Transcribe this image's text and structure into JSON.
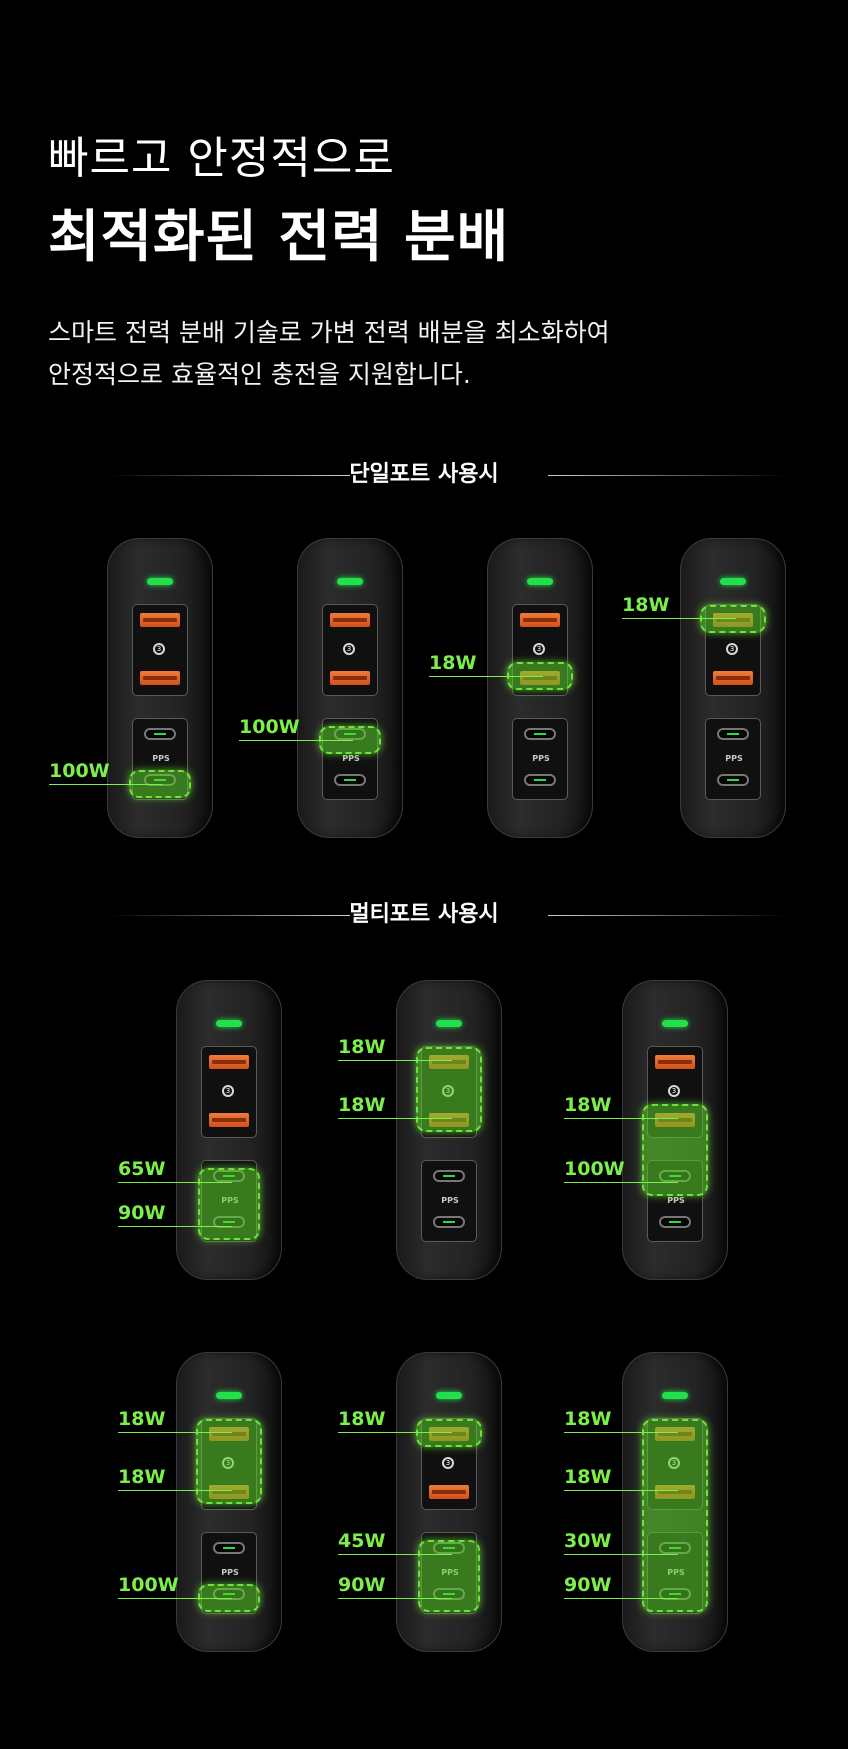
{
  "heading": {
    "line1": "빠르고 안정적으로",
    "line2": "최적화된 전력 분배"
  },
  "description": {
    "line1": "스마트 전력 분배 기술로 가변 전력 배분을 최소화하여",
    "line2": "안정적으로 효율적인 충전을 지원합니다."
  },
  "sections": {
    "single": {
      "label": "단일포트 사용시"
    },
    "multi": {
      "label": "멀티포트 사용시"
    }
  },
  "port_icons": {
    "qc_mark": "3",
    "pps_text": "PPS"
  },
  "colors": {
    "accent": "#7cf04a",
    "led": "#22e04a",
    "usb_a": "#f07b3c",
    "background": "#000000"
  },
  "single_port": [
    {
      "ports": [
        "C2"
      ],
      "labels": [
        "100W"
      ]
    },
    {
      "ports": [
        "C1"
      ],
      "labels": [
        "100W"
      ]
    },
    {
      "ports": [
        "A2"
      ],
      "labels": [
        "18W"
      ]
    },
    {
      "ports": [
        "A1"
      ],
      "labels": [
        "18W"
      ]
    }
  ],
  "multi_port": [
    {
      "ports": [
        "C1",
        "C2"
      ],
      "labels": [
        "65W",
        "90W"
      ]
    },
    {
      "ports": [
        "A1",
        "A2"
      ],
      "labels": [
        "18W",
        "18W"
      ]
    },
    {
      "ports": [
        "A2",
        "C1"
      ],
      "labels": [
        "18W",
        "100W"
      ]
    },
    {
      "ports": [
        "A1",
        "A2",
        "C2"
      ],
      "labels": [
        "18W",
        "18W",
        "100W"
      ]
    },
    {
      "ports": [
        "A1",
        "C1",
        "C2"
      ],
      "labels": [
        "18W",
        "45W",
        "90W"
      ]
    },
    {
      "ports": [
        "A1",
        "A2",
        "C1",
        "C2"
      ],
      "labels": [
        "18W",
        "18W",
        "30W",
        "90W"
      ]
    }
  ]
}
